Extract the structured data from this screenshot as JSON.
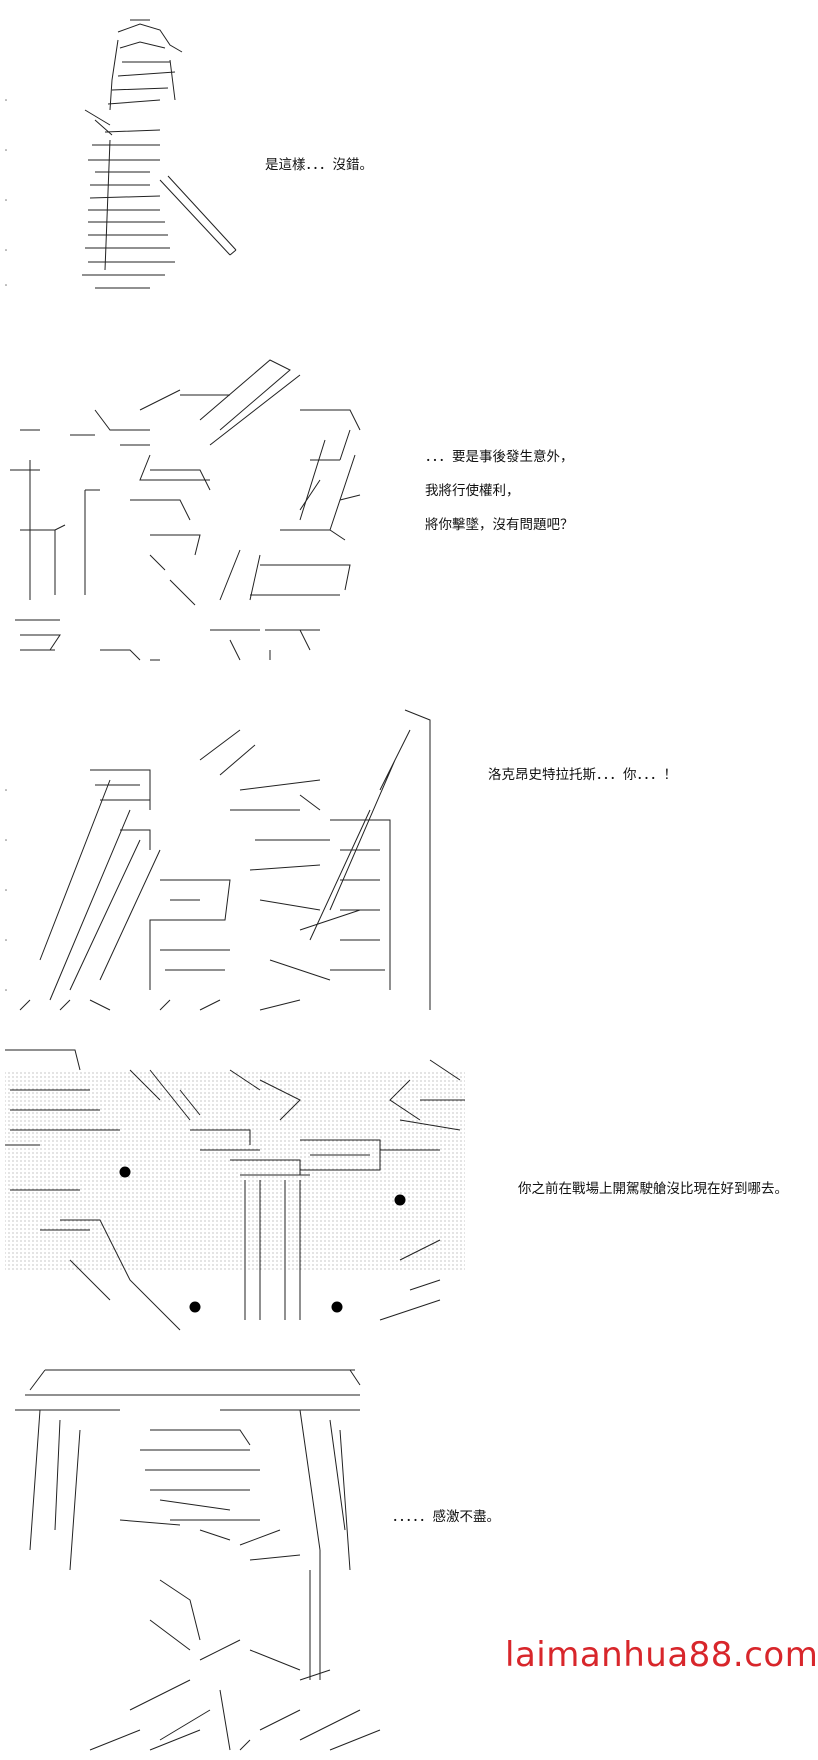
{
  "panels": [
    {
      "lines": [
        "是這樣．．．沒錯。"
      ]
    },
    {
      "lines": [
        "．．．要是事後發生意外，",
        "我將行使權利，",
        "將你擊墜，沒有問題吧？"
      ]
    },
    {
      "lines": [
        "洛克昂史特拉托斯．．．你．．．！"
      ]
    },
    {
      "lines": [
        "你之前在戰場上開駕駛艙沒比現在好到哪去。"
      ]
    },
    {
      "lines": [
        "．．．．．感激不盡。"
      ]
    }
  ],
  "watermark": "laimanhua88.com",
  "colors": {
    "ink": "#111111",
    "watermark": "#d8262b",
    "background": "#ffffff"
  }
}
